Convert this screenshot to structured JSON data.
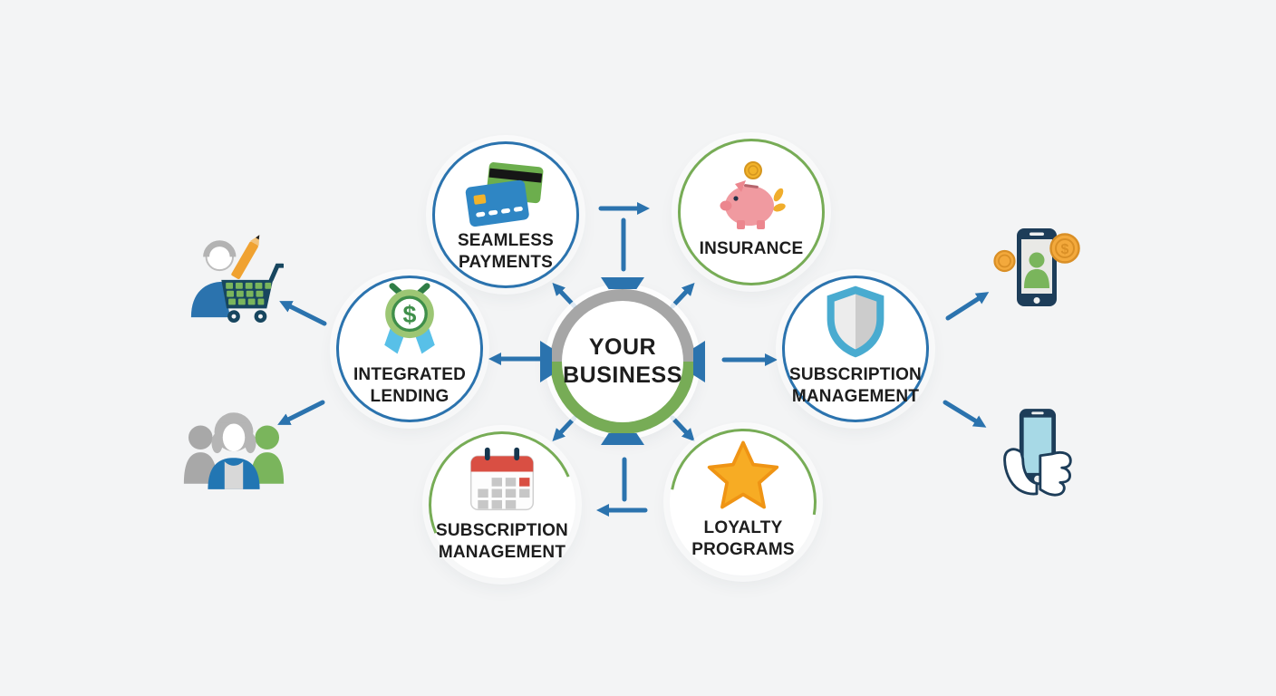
{
  "center": {
    "label": "YOUR\nBUSINESS"
  },
  "nodes": [
    {
      "id": "seamless-payments",
      "label": "SEAMLESS\nPAYMENTS",
      "icon": "credit-cards-icon",
      "outline": "#2b73ae"
    },
    {
      "id": "insurance",
      "label": "INSURANCE",
      "icon": "piggy-bank-icon",
      "outline": "#77ac56"
    },
    {
      "id": "integrated-lending",
      "label": "INTEGRATED\nLENDING",
      "icon": "dollar-badge-icon",
      "outline": "#2b73ae"
    },
    {
      "id": "subscription-management-right",
      "label": "SUBSCRIPTION\nMANAGEMENT",
      "icon": "shield-icon",
      "outline": "#2b73ae"
    },
    {
      "id": "subscription-management-bottom",
      "label": "SUBSCRIPTION\nMANAGEMENT",
      "icon": "calendar-icon",
      "outline": "#77ac56"
    },
    {
      "id": "loyalty-programs",
      "label": "LOYALTY\nPROGRAMS",
      "icon": "star-icon",
      "outline": "#77ac56"
    }
  ],
  "side_icons": [
    {
      "name": "shopper-with-cart-icon"
    },
    {
      "name": "customer-group-icon"
    },
    {
      "name": "mobile-payment-coins-icon"
    },
    {
      "name": "hands-holding-phone-icon"
    }
  ],
  "colors": {
    "arrow_blue": "#2b73ae",
    "outline_blue": "#2b73ae",
    "outline_green": "#77ac56",
    "ring_gray": "#a6a6a6",
    "ring_green": "#77ac56",
    "background": "#f3f4f5",
    "text": "#1d1d1d"
  }
}
